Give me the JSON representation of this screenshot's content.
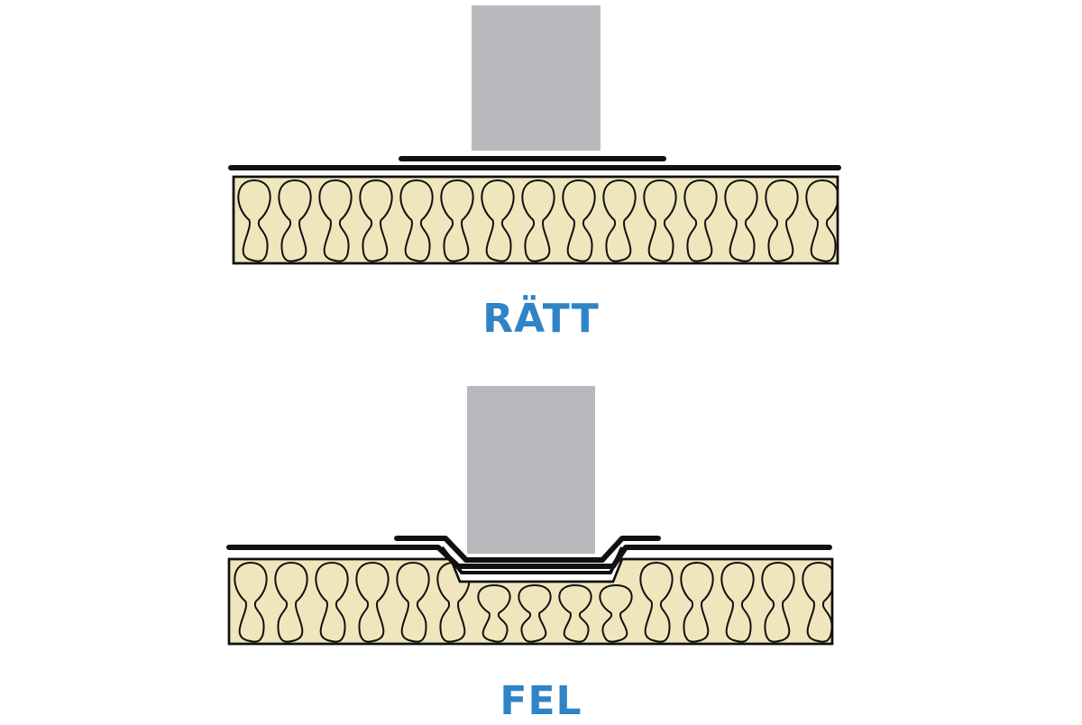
{
  "labels": {
    "correct": "RÄTT",
    "wrong": "FEL"
  },
  "colors": {
    "label": "#2f84c6",
    "insulation": "#f0e6bd",
    "post": "#b9b9bd",
    "outline": "#111111"
  },
  "icons": {
    "insulation-pattern": "batt-insulation-loops",
    "post": "load-block"
  }
}
